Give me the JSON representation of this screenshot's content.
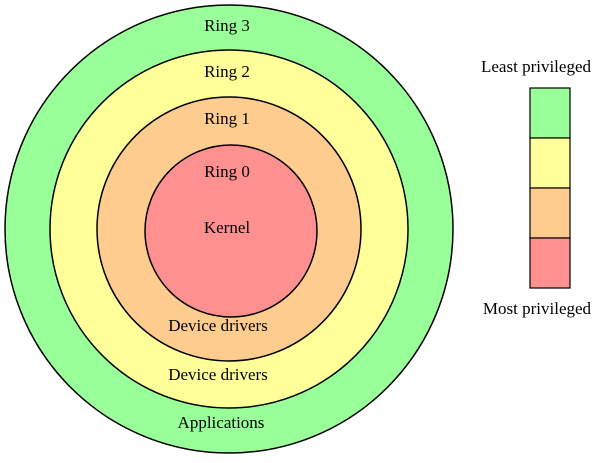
{
  "rings": [
    {
      "label": "Ring 3",
      "sublabel": "Applications",
      "color": "#99ff99"
    },
    {
      "label": "Ring 2",
      "sublabel": "Device drivers",
      "color": "#ffff99"
    },
    {
      "label": "Ring 1",
      "sublabel": "Device drivers",
      "color": "#ffcc90"
    },
    {
      "label": "Ring 0",
      "sublabel": "Kernel",
      "color": "#ff9090"
    }
  ],
  "legend": {
    "top_label": "Least privileged",
    "bottom_label": "Most privileged"
  }
}
